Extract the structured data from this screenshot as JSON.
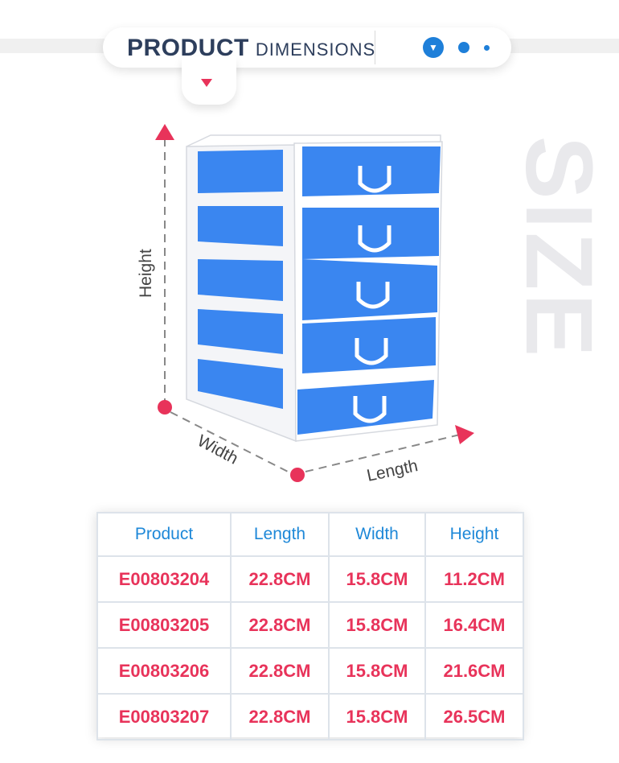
{
  "header": {
    "title_bold": "PRODUCT",
    "title_light": "DIMENSIONS",
    "pager_icon": "chevron-down-icon"
  },
  "side_word": "SIZE",
  "diagram": {
    "height_label": "Height",
    "width_label": "Width",
    "length_label": "Length",
    "drawer_color": "#3a86f0",
    "frame_color": "#ffffff",
    "accent_color": "#e8335a"
  },
  "table": {
    "headers": [
      "Product",
      "Length",
      "Width",
      "Height"
    ],
    "rows": [
      [
        "E00803204",
        "22.8CM",
        "15.8CM",
        "11.2CM"
      ],
      [
        "E00803205",
        "22.8CM",
        "15.8CM",
        "16.4CM"
      ],
      [
        "E00803206",
        "22.8CM",
        "15.8CM",
        "21.6CM"
      ],
      [
        "E00803207",
        "22.8CM",
        "15.8CM",
        "26.5CM"
      ]
    ],
    "header_color": "#1e88d8",
    "cell_color": "#e8335a"
  }
}
